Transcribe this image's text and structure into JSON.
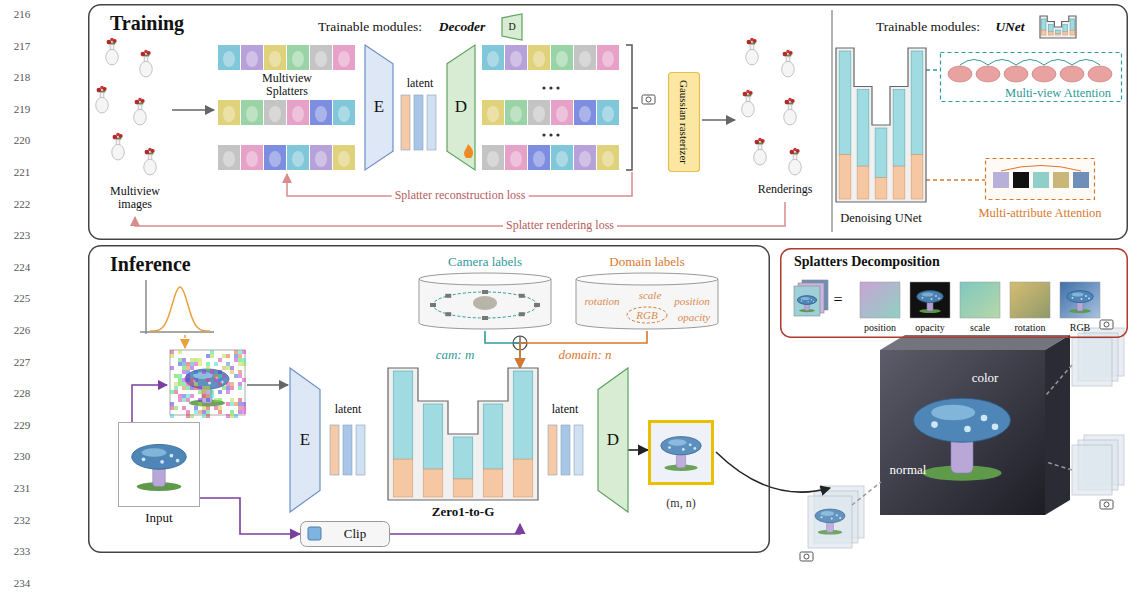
{
  "diagram": {
    "nodes": [
      {
        "text": [
          "Training"
        ]
      },
      {
        "text": [
          "D"
        ],
        "in": 0
      },
      {
        "text": [
          "E"
        ],
        "in": 0
      },
      {
        "text": [
          "D"
        ],
        "in": 0
      },
      {
        "text": [
          "Gaussian rasterizer"
        ],
        "in": 0
      },
      {
        "text": [
          "Denoising UNet"
        ],
        "in": 0
      },
      {
        "text": [
          "Multi-view Attention"
        ],
        "in": 0
      },
      {
        "text": [
          "Multi-attribute Attention"
        ],
        "in": 0
      },
      {
        "text": [
          "Inference"
        ]
      },
      {
        "text": [
          "Camera labels"
        ],
        "in": 8
      },
      {
        "text": [
          "Domain labels",
          "rotation",
          "scale",
          "position",
          "RGB",
          "opacity"
        ],
        "in": 8
      },
      {
        "text": [
          "Input"
        ],
        "in": 8
      },
      {
        "text": [
          "E"
        ],
        "in": 8
      },
      {
        "text": [
          "Zero1-to-G"
        ],
        "in": 8
      },
      {
        "text": [
          "D"
        ],
        "in": 8
      },
      {
        "text": [
          "(m, n)"
        ],
        "in": 8
      },
      {
        "text": [
          "Clip"
        ],
        "in": 8
      },
      {
        "text": [
          "Splatters Decomposition",
          "=",
          "position",
          "opacity",
          "scale",
          "rotation",
          "RGB"
        ]
      }
    ],
    "edges": [
      {
        "from": 11,
        "to": 16,
        "arrow": "to"
      },
      {
        "from": 16,
        "to": 13,
        "arrow": "to"
      },
      {
        "from": 9,
        "to": 13,
        "arrow": "to"
      },
      {
        "from": 10,
        "to": 13,
        "arrow": "to"
      },
      {
        "from": 14,
        "to": 15,
        "arrow": "to"
      },
      {
        "from": 5,
        "to": 6,
        "arrow": "none"
      },
      {
        "from": 5,
        "to": 7,
        "arrow": "none"
      }
    ],
    "labels": [
      "216",
      "217",
      "218",
      "219",
      "220",
      "221",
      "222",
      "223",
      "224",
      "225",
      "226",
      "227",
      "228",
      "229",
      "230",
      "231",
      "232",
      "233",
      "234",
      "Trainable modules:",
      "Decoder",
      "Trainable modules:",
      "UNet",
      "Multiview images",
      "Multiview Splatters",
      "latent",
      "Renderings",
      "Splatter reconstruction loss",
      "Splatter rendering loss",
      "cam: m",
      "domain: n",
      "latent",
      "latent",
      "color",
      "normal"
    ]
  }
}
